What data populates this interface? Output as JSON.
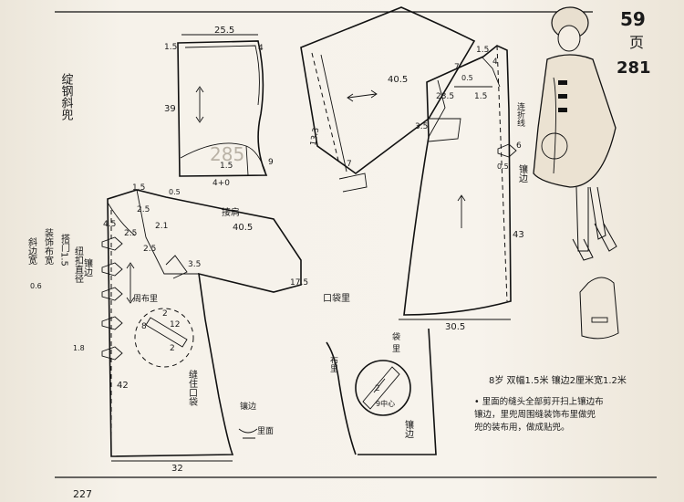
{
  "page_header": {
    "top_right_number": "59",
    "top_right_unit": "页",
    "top_right_code": "281"
  },
  "collar_piece": {
    "title": "绽钢斜兜",
    "width": "25.5",
    "height": "39",
    "top_left": "1.5",
    "top_right": "4",
    "bottom_inset": "1.5",
    "bottom_right": "9",
    "bottom_width": "4+0"
  },
  "sleeve_piece": {
    "length": "40.5",
    "cap_top": "1.5",
    "cap_a": "7",
    "cap_b": "0.5",
    "cap_c": "23.5",
    "cap_d": "1.5",
    "cap_e": "4",
    "cuff_left": "13.3",
    "cuff_right": "7",
    "pocket_label": "3.5",
    "facing_label": "连折线"
  },
  "back_piece": {
    "button_a": "6",
    "button_b": "0.5",
    "hem_label": "镶边",
    "length": "43",
    "hem_width": "30.5",
    "pocket_label": "口袋里"
  },
  "front_piece": {
    "shoulder_a": "1.5",
    "shoulder_b": "0.5",
    "neck_a": "4.5",
    "neck_b": "2.5",
    "neck_c": "2.5",
    "neck_d": "2.1",
    "neck_e": "2.5",
    "label_seam": "接肩",
    "sleeve_width": "40.5",
    "sleeve_end": "17.5",
    "armhole": "3.5",
    "trim_label": "镶边",
    "pocket_facing": "周布里",
    "pocket_a": "2",
    "pocket_b": "12",
    "pocket_c": "2",
    "length": "42",
    "hem_width": "32",
    "circle_letter": "8",
    "sew_label": "缝住口袋",
    "lining_label": "里面",
    "trim_label_2": "镶边"
  },
  "left_margin_notes": {
    "note_1": "搭门1.5",
    "note_2": "纽扣直径",
    "note_3": "1.8",
    "note_4": "装饰布宽",
    "note_5": "斜边宽",
    "note_6": "0.6"
  },
  "pocket_detail": {
    "label_a": "布里",
    "label_b": "袋",
    "label_c": "里",
    "dim_a": "2",
    "dim_b": "9中心",
    "trim_label": "镶边"
  },
  "notes": {
    "size_note": "8岁  双幅1.5米 镶边2厘米宽1.2米",
    "line_1": "• 里面的缝头全部剪开扫上镶边布",
    "line_2": "  镶边，里兜周围缝装饰布里做兜",
    "line_3": "  兜的装布用，做成贴兜。"
  },
  "page_number": "227"
}
